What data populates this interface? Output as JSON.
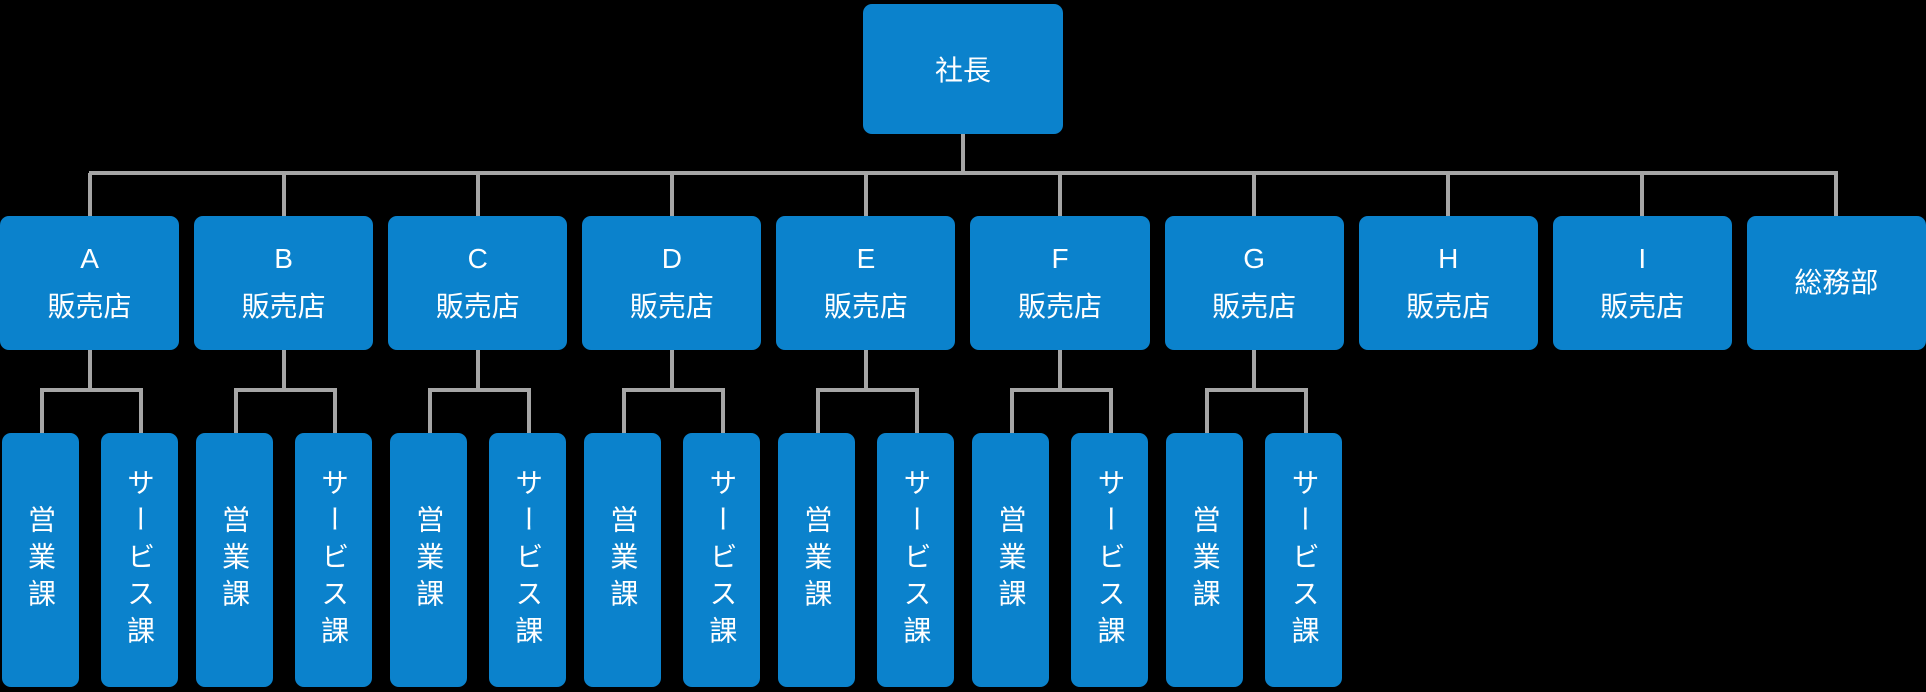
{
  "chart": {
    "kind": "organization-chart",
    "root": {
      "label": "社長"
    },
    "departments": [
      {
        "name": "A",
        "suffix": "販売店",
        "children": [
          "営業課",
          "サービス課"
        ]
      },
      {
        "name": "B",
        "suffix": "販売店",
        "children": [
          "営業課",
          "サービス課"
        ]
      },
      {
        "name": "C",
        "suffix": "販売店",
        "children": [
          "営業課",
          "サービス課"
        ]
      },
      {
        "name": "D",
        "suffix": "販売店",
        "children": [
          "営業課",
          "サービス課"
        ]
      },
      {
        "name": "E",
        "suffix": "販売店",
        "children": [
          "営業課",
          "サービス課"
        ]
      },
      {
        "name": "F",
        "suffix": "販売店",
        "children": [
          "営業課",
          "サービス課"
        ]
      },
      {
        "name": "G",
        "suffix": "販売店",
        "children": [
          "営業課",
          "サービス課"
        ]
      },
      {
        "name": "H",
        "suffix": "販売店",
        "children": []
      },
      {
        "name": "I",
        "suffix": "販売店",
        "children": []
      },
      {
        "name": "総務部",
        "suffix": "",
        "children": []
      }
    ],
    "colors": {
      "node_fill": "#0b82cc",
      "connector": "#a6a6a6",
      "text": "#ffffff",
      "background": "#000000"
    }
  }
}
